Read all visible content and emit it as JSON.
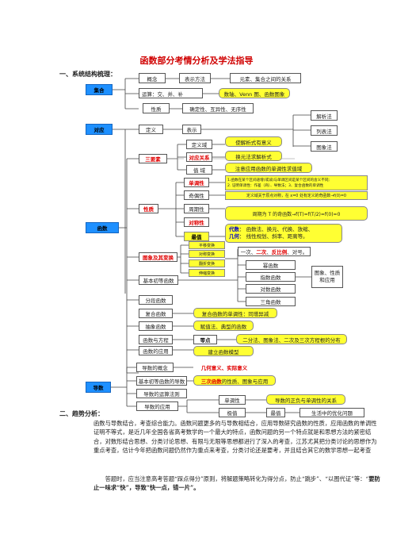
{
  "title": "函数部分考情分析及学法指导",
  "section1": "一、系统结构梳理：",
  "section2": "二、趋势分析：",
  "set": {
    "main": "集合",
    "concept": "概念",
    "rep": "表示方法",
    "elem": "元素、集合之间的关系",
    "ops": "运算：交、并、补",
    "ops_method": "数轴、Venn 图、函数图象",
    "prop": "性质",
    "prop_desc": "确定性、互异性、无序性"
  },
  "mapping": {
    "main": "对应",
    "def": "定义",
    "rep": "表示",
    "m1": "解析法",
    "m2": "列表法",
    "m3": "图象法"
  },
  "function": {
    "main": "函数",
    "three": "三要素",
    "domain": "定义域",
    "domain_note": "使解析式有意义",
    "rule": "对应关系",
    "rule_note": "换元法求解析式",
    "range": "值  域",
    "range_note": "注意应用函数的单调性求值域",
    "props": "性质",
    "mono": "单调性",
    "mono_note1": "1.函数在某个区间递增(或减)与单调区间是某个区间的含义不同;",
    "mono_note2": "2. 证明单调性：作差（商）、导数法；3、复合函数的单调性",
    "parity": "奇偶性",
    "parity_note": "定义域关于原点对称，在 x=0 处有定义的奇函数→f(0)=0",
    "period": "周期性",
    "period_note": "周期为 T 的奇函数→f(T)=f(T/2)=f(0)=0",
    "symm": "对称性",
    "extreme": "最值",
    "ext_title1": "代数",
    "ext_desc1": "：  函数法、换元、代换、放缩、",
    "ext_title2": "几何",
    "ext_desc2": "：  线性规划、斜率、距离等。",
    "graph": "图象及其变换",
    "t1": "平移变换",
    "t2": "对称变换",
    "t3": "翻折变换",
    "t4": "伸缩变换",
    "basic": "基本初等函数",
    "b_line": "一次、",
    "b_quad": "二次",
    "b_inv": "反比例",
    "b_tail": "、对号。",
    "b1": "幂函数",
    "b2": "指数函数",
    "b3": "对数函数",
    "b4": "三角函数",
    "b_right": "图象、性质和应用",
    "piece": "分段函数",
    "comp": "复合函数",
    "comp_note": "复合函数的单调性：同增异减",
    "abstract": "抽象函数",
    "abstract_note": "赋值法、典型的函数",
    "eq": "函数与方程",
    "zero": "零点",
    "zero_note": "二分法、图象法、二次及三次方程根的分布",
    "app": "函数的应用",
    "app_note": "建立函数模型"
  },
  "deriv": {
    "main": "导数",
    "concept": "导数的概念",
    "concept_note": "几何意义、实际意义",
    "basic": "基本初等函数的导数",
    "basic_note_red": "三次函数",
    "basic_note": "的性质、图象与应用",
    "rules": "导数的运算法则",
    "app": "导数的应用",
    "mono": "单调性",
    "mono_note": "导数的正负与单调性的关系",
    "ext": "极值",
    "max": "最值",
    "life": "生活中的优化问题"
  },
  "analysis": {
    "p1": "函数与导数结合，考查综合能力。函数问题更多的与导数相结合，应用导数研究函数的性质，应用函数的单调性证明不等式，是近几年全国各省高考数学的一个最大的特点，函数问题的另一个特点就是和思想方法的紧密结合，对数形结合思想、分类讨论思想、有限与无限等思想都进行了深入的考查，江苏尤其把分类讨论的思想作为重点考查，估计今年把函数问题仍然作为重点来考查，分类讨论还是要考，并且结合其它的数学思想一起考查",
    "p2a": "答题时，应当注意高考答题“踩点得分”原则，将解题策略转化为得分点，防止“跳步”、“以图代证”等：“",
    "p2b": "要防止一味求“快”，导致“快一点，错一片”。"
  }
}
